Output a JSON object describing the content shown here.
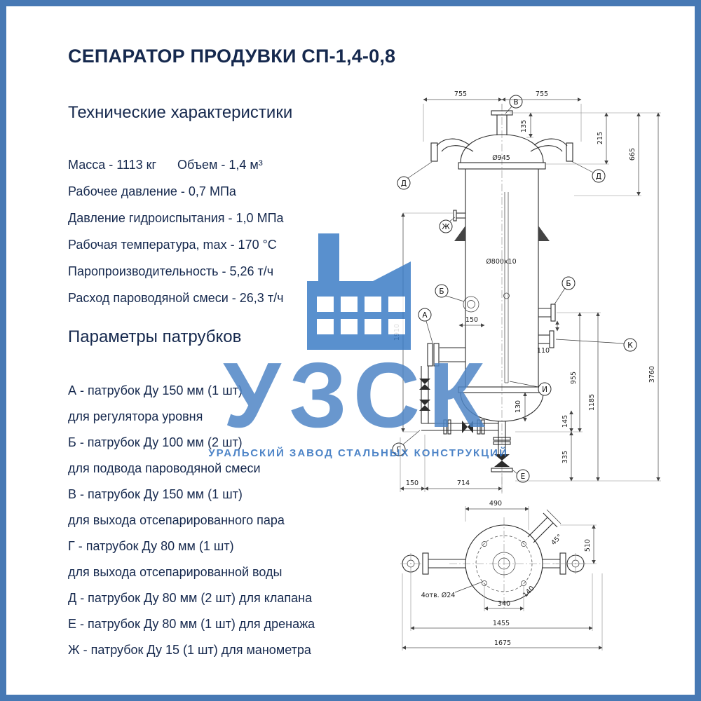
{
  "page": {
    "title": "СЕПАРАТОР ПРОДУВКИ СП-1,4-0,8"
  },
  "specs": {
    "heading": "Технические характеристики",
    "mass": "Масса - 1113 кг",
    "volume": "Объем - 1,4 м³",
    "items": [
      "Рабочее давление - 0,7 МПа",
      "Давление гидроиспытания - 1,0 МПа",
      "Рабочая температура, max - 170 °С",
      "Паропроизводительность - 5,26 т/ч",
      "Расход пароводяной смеси - 26,3 т/ч"
    ]
  },
  "nozzles": {
    "heading": "Параметры патрубков",
    "lines": [
      "А - патрубок Ду 150 мм (1 шт)",
      "для регулятора уровня",
      "Б - патрубок Ду 100 мм (2 шт)",
      "для подвода пароводяной смеси",
      "В - патрубок Ду 150 мм (1 шт)",
      "для выхода отсепарированного пара",
      "Г - патрубок Ду 80 мм (1 шт)",
      "для выхода отсепарированной воды",
      "Д - патрубок Ду 80 мм (2 шт) для клапана",
      "Е - патрубок Ду 80 мм (1 шт) для дренажа",
      "Ж - патрубок Ду 15 (1 шт) для манометра"
    ]
  },
  "watermark": {
    "abbr": "УЗСК",
    "caption": "УРАЛЬСКИЙ ЗАВОД СТАЛЬНЫХ КОНСТРУКЦИЙ",
    "accent_color": "#2e6fbe"
  },
  "drawing": {
    "dims": {
      "top_left": "755",
      "top_right": "755",
      "neck": "135",
      "head_height": "215",
      "top_total": "665",
      "shell_dia": "Ø945",
      "shell_spec": "Ø800х10",
      "left_height": "1910",
      "total_height": "3760",
      "nozzle_b_offset": "150",
      "k_offset": "110",
      "i_height": "955",
      "mid_height": "1185",
      "bottom_gap": "130",
      "gap_145": "145",
      "bottom_335": "335",
      "base_150": "150",
      "base_714": "714",
      "plan_490": "490",
      "plan_510": "510",
      "plan_45": "45°",
      "plan_holes": "4отв. Ø24",
      "plan_340": "340",
      "plan_140": "140",
      "plan_1455": "1455",
      "plan_1675": "1675"
    },
    "callouts": {
      "v": "В",
      "d_left": "Д",
      "d_right": "Д",
      "zh": "Ж",
      "b_left": "Б",
      "b_right": "Б",
      "a": "А",
      "k": "К",
      "i": "И",
      "g": "Г",
      "e": "Е"
    }
  }
}
